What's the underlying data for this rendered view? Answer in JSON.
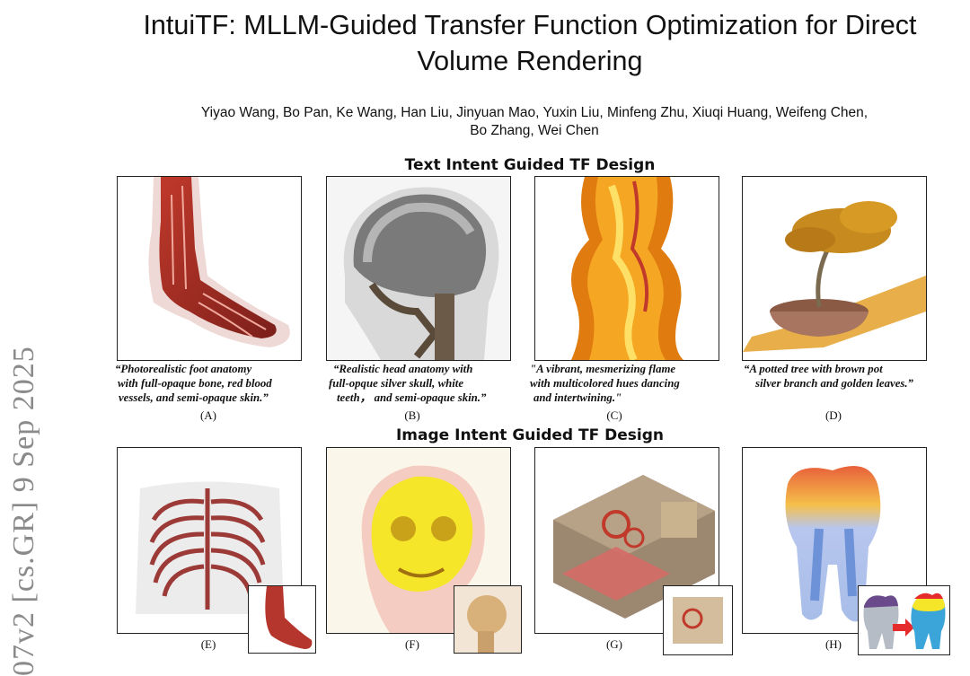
{
  "paper": {
    "title_line1": "IntuiTF: MLLM-Guided Transfer Function Optimization for Direct",
    "title_line2": "Volume Rendering",
    "authors_line1": "Yiyao Wang, Bo Pan, Ke Wang, Han Liu, Jinyuan Mao, Yuxin Liu, Minfeng Zhu, Xiuqi Huang, Weifeng Chen,",
    "authors_line2": "Bo Zhang, Wei Chen",
    "arxiv_stamp": "07v2  [cs.GR]  9 Sep 2025"
  },
  "sections": {
    "text_intent": "Text Intent Guided TF Design",
    "image_intent": "Image Intent Guided TF Design"
  },
  "text_panels": [
    {
      "label": "(A)",
      "caption_lines": [
        "“Photorealistic foot anatomy",
        "with full-opaque bone, red blood",
        "vessels, and semi-opaque skin.”"
      ]
    },
    {
      "label": "(B)",
      "caption_lines": [
        "“Realistic head anatomy with",
        "full-opque silver skull, white",
        "teeth， and semi-opaque skin.”"
      ]
    },
    {
      "label": "(C)",
      "caption_lines": [
        "\"A vibrant, mesmerizing flame",
        "with multicolored hues dancing",
        "and intertwining.\""
      ]
    },
    {
      "label": "(D)",
      "caption_lines": [
        "“A potted tree with brown pot",
        "silver branch and golden leaves.”"
      ]
    }
  ],
  "image_panels": [
    {
      "label": "(E)"
    },
    {
      "label": "(F)"
    },
    {
      "label": "(G)"
    },
    {
      "label": "(H)"
    }
  ]
}
